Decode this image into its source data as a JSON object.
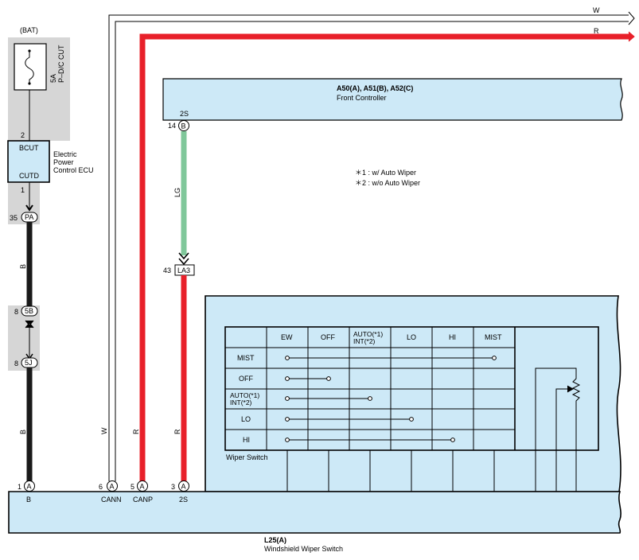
{
  "wires": {
    "w_label": "W",
    "r_label": "R",
    "lg_label": "LG",
    "b_label": "B"
  },
  "bat": {
    "label": "(BAT)",
    "fuse_amp": "5A",
    "fuse_name": "P–D/C CUT"
  },
  "ecu": {
    "terminal_top": "BCUT",
    "terminal_bottom": "CUTD",
    "pin_top": "2",
    "pin_bottom": "1",
    "name_line1": "Electric",
    "name_line2": "Power",
    "name_line3": "Control ECU"
  },
  "connectors": {
    "pa_pin": "35",
    "pa_code": "PA",
    "fiveb_pin": "8",
    "fiveb_code": "5B",
    "fivej_pin": "8",
    "fivej_code": "5J",
    "b_pin": "14",
    "b_code": "B",
    "la3_pin": "43",
    "la3_code": "LA3"
  },
  "front_controller": {
    "ids": "A50(A), A51(B), A52(C)",
    "name": "Front Controller",
    "terminal": "2S"
  },
  "notes": {
    "n1": "＊1 : w/ Auto Wiper",
    "n2": "＊2 : w/o Auto Wiper"
  },
  "switch_table": {
    "headers": [
      "EW",
      "OFF",
      "AUTO(*1)",
      "INT(*2)",
      "LO",
      "HI",
      "MIST"
    ],
    "rows": [
      "MIST",
      "OFF",
      "AUTO(*1)",
      "INT(*2)",
      "LO",
      "HI"
    ],
    "caption": "Wiper Switch"
  },
  "bottom_pins": {
    "p1_num": "1",
    "p1_code": "A",
    "p1_name": "B",
    "p6_num": "6",
    "p6_code": "A",
    "p6_name": "CANN",
    "p5_num": "5",
    "p5_code": "A",
    "p5_name": "CANP",
    "p3_num": "3",
    "p3_code": "A",
    "p3_name": "2S"
  },
  "windshield_switch": {
    "id": "L25(A)",
    "name": "Windshield Wiper Switch"
  },
  "colors": {
    "red_wire": "#e8202a",
    "green_wire": "#7fc79a",
    "black_wire": "#1a1a1a",
    "component_fill": "#cde9f7",
    "shade": "#d6d6d6"
  }
}
